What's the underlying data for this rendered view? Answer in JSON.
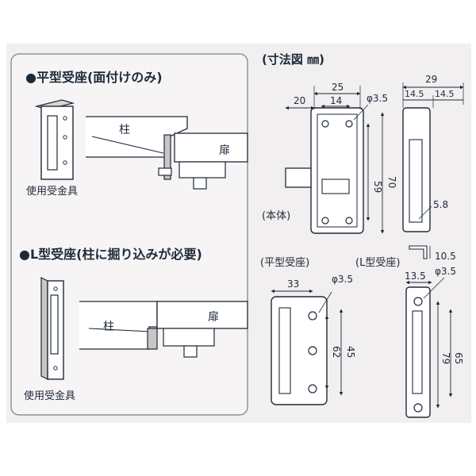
{
  "colors": {
    "background": "#ffffff",
    "area": "#f1efef",
    "ink": "#1e2a3a",
    "part": "#ffffff",
    "shade": "#c9c6c4"
  },
  "left_panel": {
    "flat_type_heading": "●平型受座(面付けのみ)",
    "flat_pillar_label": "柱",
    "flat_door_label": "扉",
    "flat_caption": "使用受金具",
    "l_type_heading": "●L型受座(柱に掘り込みが必要)",
    "l_pillar_label": "柱",
    "l_door_label": "扉",
    "l_caption": "使用受金具"
  },
  "dimensions": {
    "title": "(寸法図 ㎜)",
    "body_label": "(本体)",
    "body_dims": {
      "width_20": "20",
      "width_25": "25",
      "width_14": "14",
      "hole_dia": "φ3.5",
      "height_59": "59",
      "height_70": "70"
    },
    "side_dims": {
      "width_29": "29",
      "half_left": "14.5",
      "half_right": "14.5",
      "bottom_5_8": "5.8"
    },
    "flat_receiver": {
      "label": "(平型受座)",
      "width_33": "33",
      "hole_dia": "φ3.5",
      "height_62": "62",
      "height_45": "45"
    },
    "l_receiver": {
      "label": "(L型受座)",
      "depth_10_5": "10.5",
      "width_13_5": "13.5",
      "hole_dia": "φ3.5",
      "height_79": "79",
      "height_65": "65"
    }
  }
}
